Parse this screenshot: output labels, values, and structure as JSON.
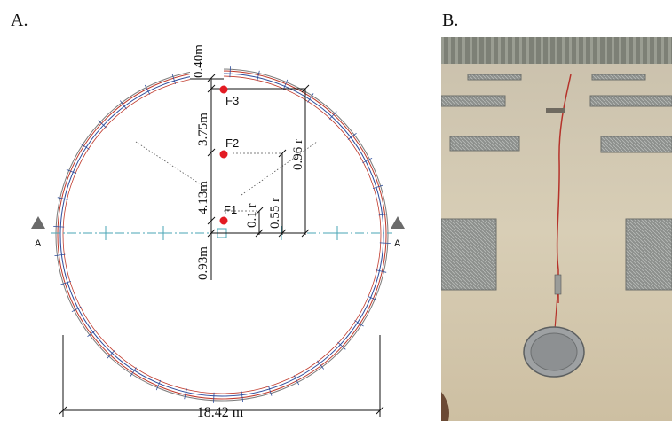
{
  "panels": {
    "a_label": "A.",
    "b_label": "B."
  },
  "section": {
    "left_marker": "A",
    "right_marker": "A"
  },
  "sensors": [
    {
      "label": "F1"
    },
    {
      "label": "F2"
    },
    {
      "label": "F3"
    }
  ],
  "dimensions": {
    "top_gap": "0.40m",
    "f3_to_f2": "3.75m",
    "f2_to_f1": "4.13m",
    "f1_to_center": "0.93m",
    "f1_radial": "0.1 r",
    "f2_radial": "0.55 r",
    "f3_radial": "0.96 r",
    "diameter": "18.42 m"
  },
  "colors": {
    "sensor": "#e31b23",
    "wall_red": "#c0392b",
    "wall_blue": "#2b4c9c",
    "axis_cyan": "#4aa6b5",
    "marker_gray": "#6b6b6b",
    "cable": "#b5322a"
  }
}
